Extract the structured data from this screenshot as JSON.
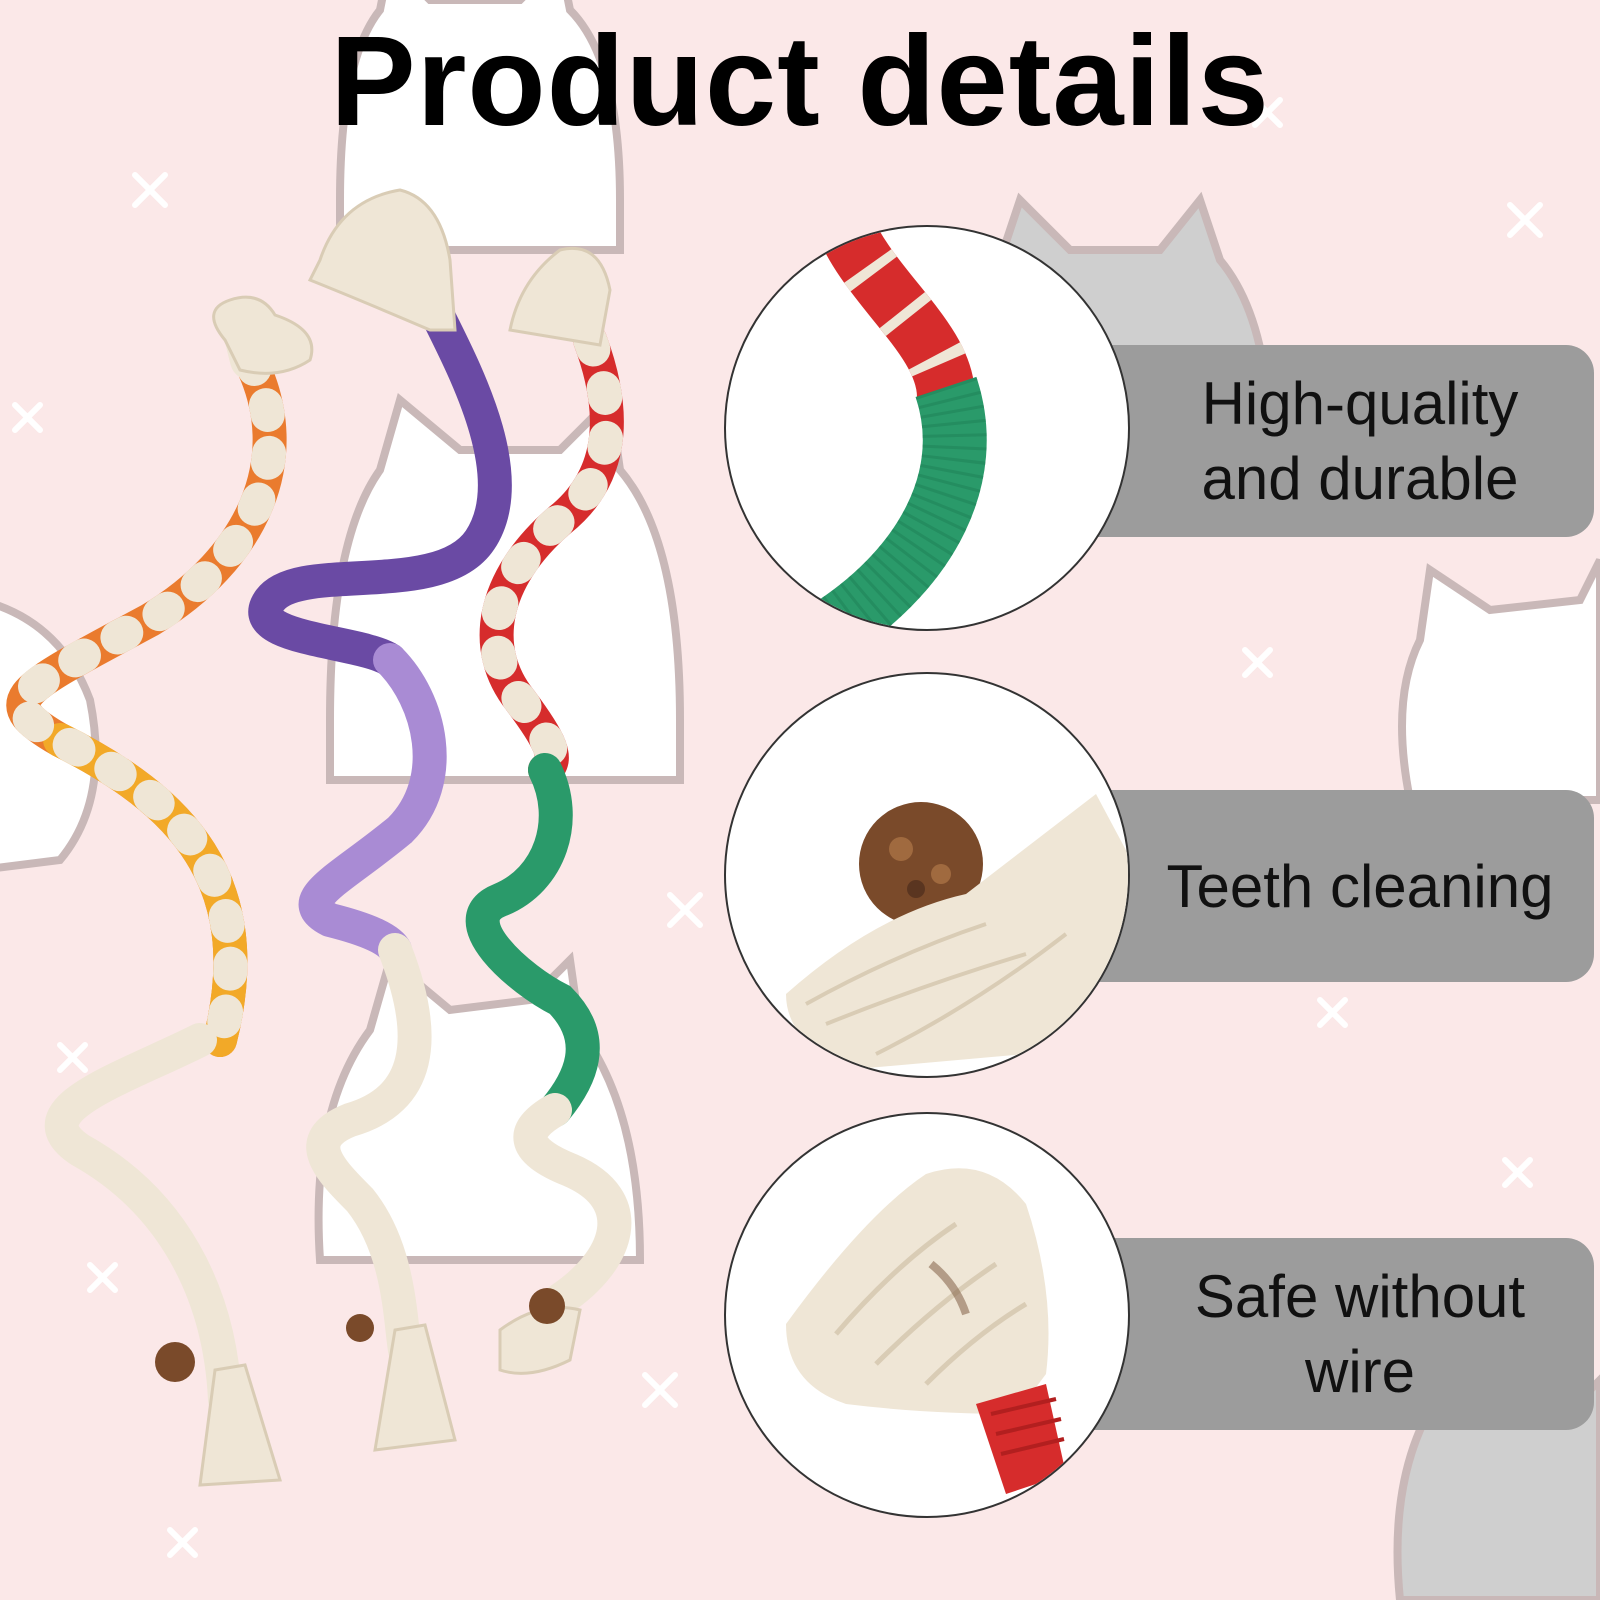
{
  "title": "Product details",
  "features": [
    {
      "label_lines": [
        "High-quality",
        "and durable"
      ],
      "closeup": "rope-red-green-closeup"
    },
    {
      "label_lines": [
        "Teeth cleaning"
      ],
      "closeup": "rope-tassel-catnip-closeup"
    },
    {
      "label_lines": [
        "Safe without",
        "wire"
      ],
      "closeup": "rope-tassel-red-closeup"
    }
  ],
  "colors": {
    "background": "#fbe8e8",
    "label_pill": "#9c9c9c",
    "label_text": "#111111",
    "cat_fill": "#ffffff",
    "cat_outline": "#bdbdbd",
    "rope_cream": "#efe6d6",
    "rope_orange": "#ea7b2e",
    "rope_yellow": "#f2a928",
    "rope_purple": "#6a4aa4",
    "rope_lilac": "#a98bd4",
    "rope_red": "#d62c2c",
    "rope_green": "#2a9a6a",
    "catnip_brown": "#7a4a2a"
  },
  "ropes": [
    "rope-orange-yellow",
    "rope-purple-lilac",
    "rope-red-green"
  ]
}
